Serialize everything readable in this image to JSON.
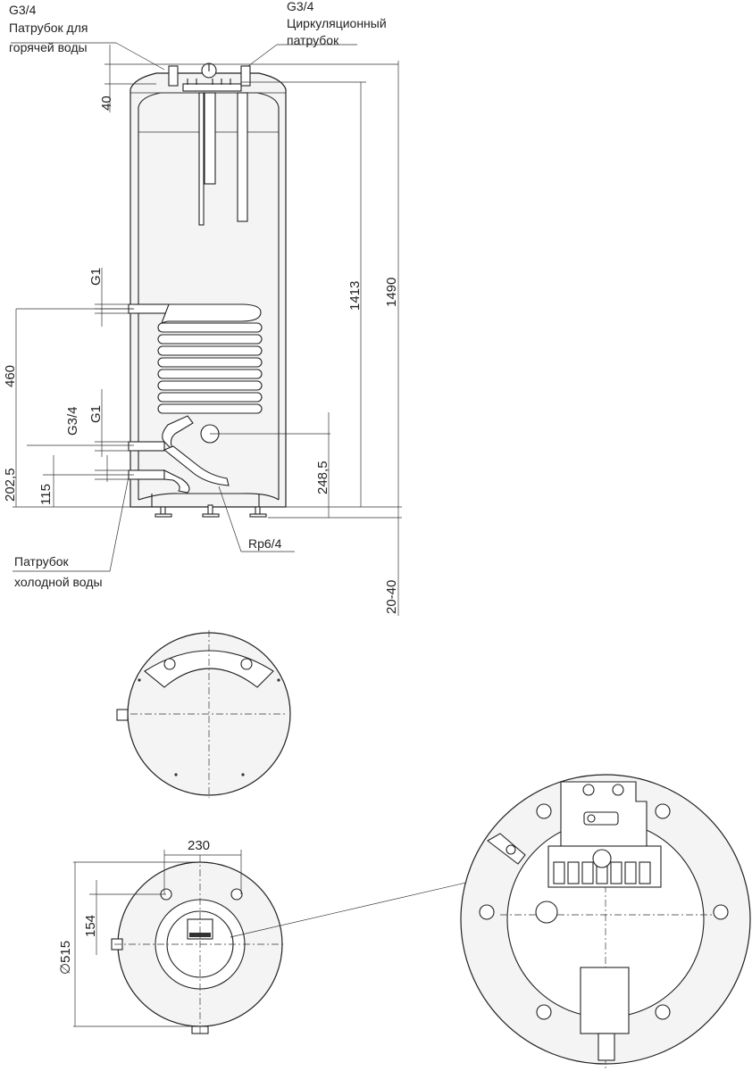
{
  "labels": {
    "hot_thread": "G3/4",
    "hot_line1": "Патрубок для",
    "hot_line2": "горячей воды",
    "circ_thread": "G3/4",
    "circ_line1": "Циркуляционный",
    "circ_line2": "патрубок",
    "cold_line1": "Патрубок",
    "cold_line2": "холодной воды",
    "rp": "Rp6/4"
  },
  "dimensions": {
    "d40": "40",
    "d1413": "1413",
    "d1490": "1490",
    "g1_upper": "G1",
    "d460": "460",
    "g34_lower": "G3/4",
    "g1_lower": "G1",
    "d202_5": "202,5",
    "d115": "115",
    "d248_5": "248,5",
    "d20_40": "20-40",
    "d230": "230",
    "d154": "154",
    "d515": "∅515"
  }
}
